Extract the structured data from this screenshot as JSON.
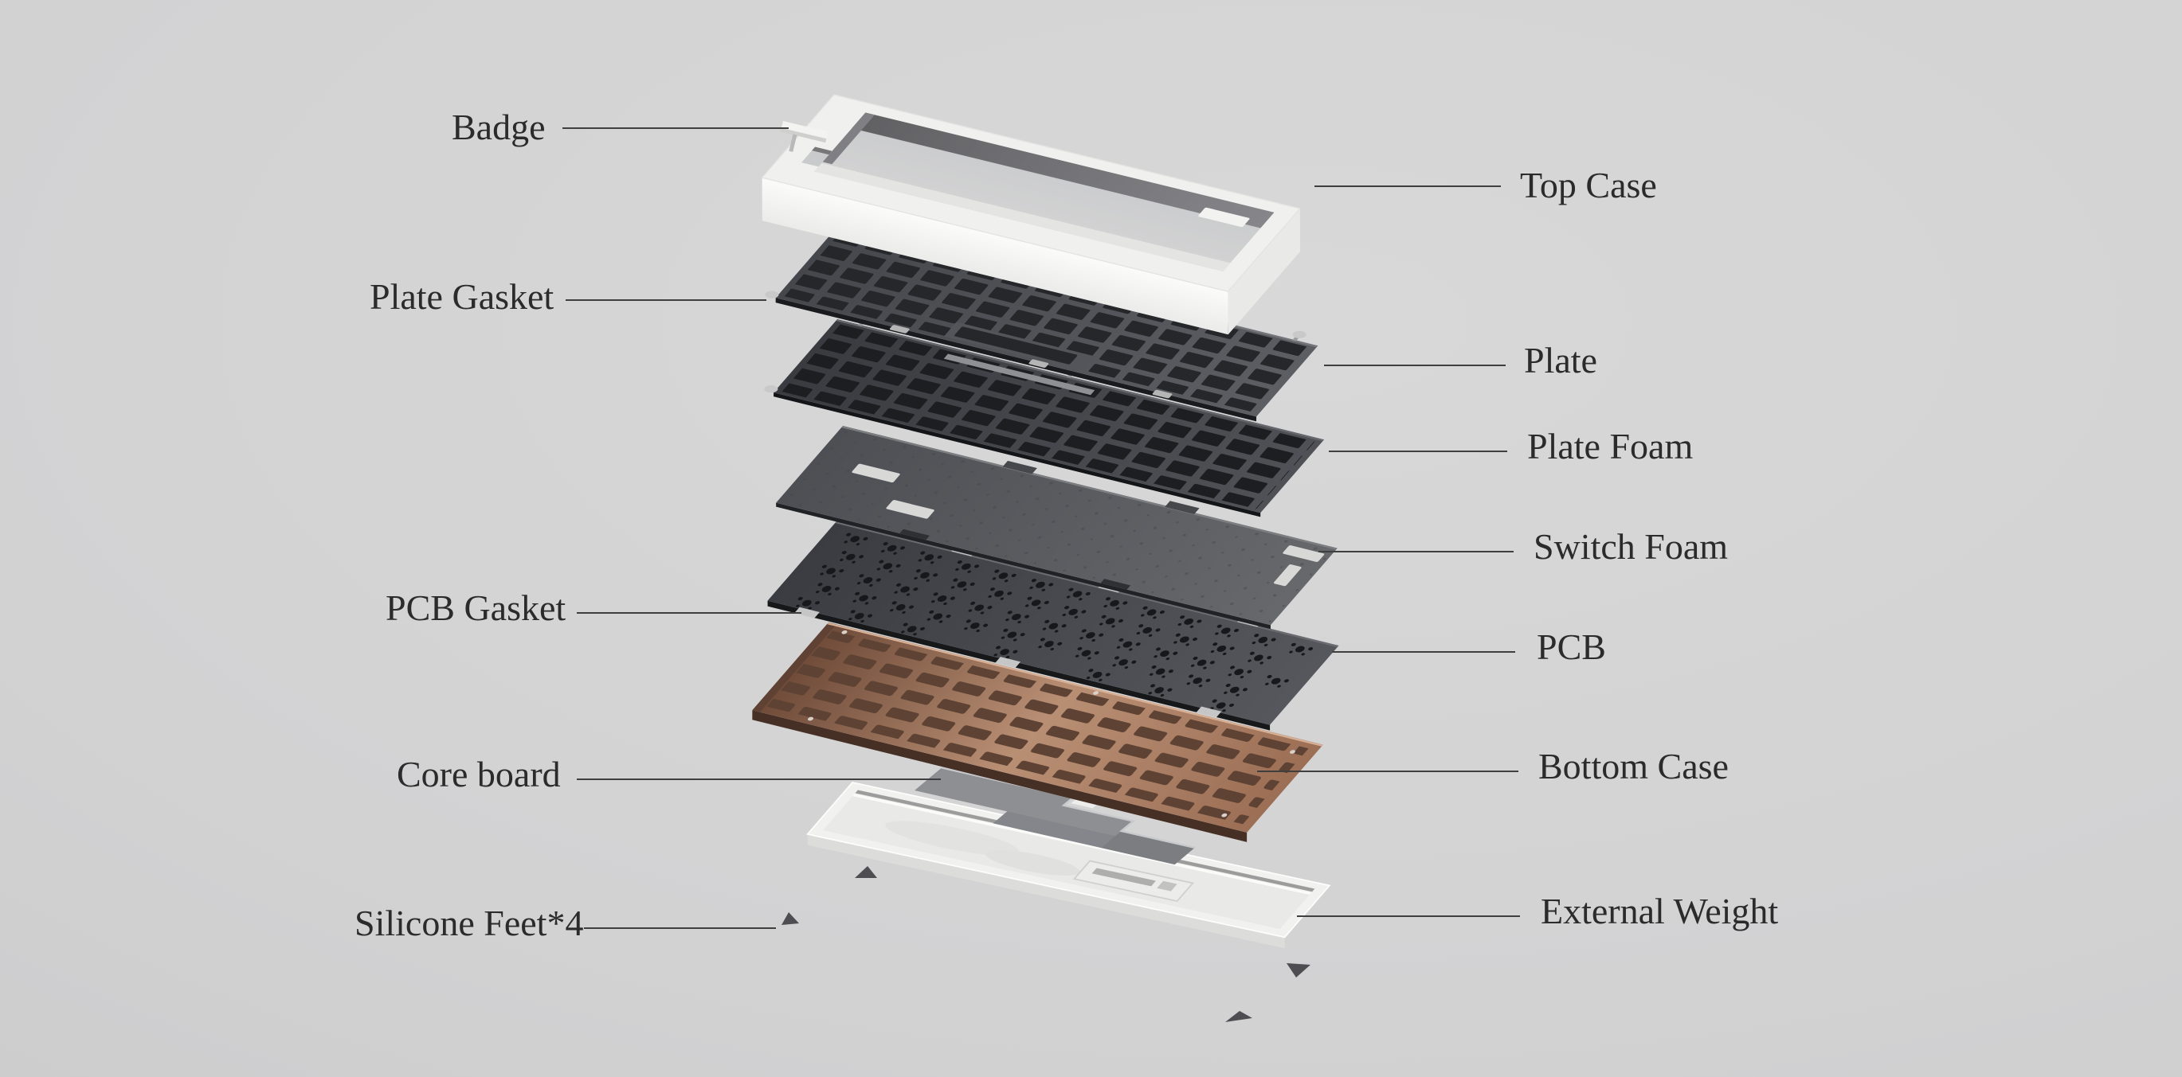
{
  "figure": {
    "type": "exploded-diagram",
    "subject": "Mechanical keyboard exploded parts view"
  },
  "labels": {
    "badge": "Badge",
    "top_case": "Top Case",
    "plate_gasket": "Plate Gasket",
    "plate": "Plate",
    "plate_foam": "Plate Foam",
    "switch_foam": "Switch Foam",
    "pcb_gasket": "PCB Gasket",
    "pcb": "PCB",
    "core_board": "Core board",
    "bottom_case": "Bottom Case",
    "silicone_feet": "Silicone Feet*4",
    "external_weight": "External Weight"
  },
  "colors": {
    "background": "#d2d2d3",
    "label_text": "#2b2b2b",
    "leader_line": "#3f3f3f",
    "top_case": "#f0f0ef",
    "plate": "#54555a",
    "plate_foam": "#45464b",
    "switch_foam": "#5b5c61",
    "pcb": "#45464c",
    "bottom_case_copper": "#a87c60",
    "core_board": "#8e8f93",
    "external_weight": "#f1f1f0",
    "silicone_feet": "#4e4e52"
  }
}
